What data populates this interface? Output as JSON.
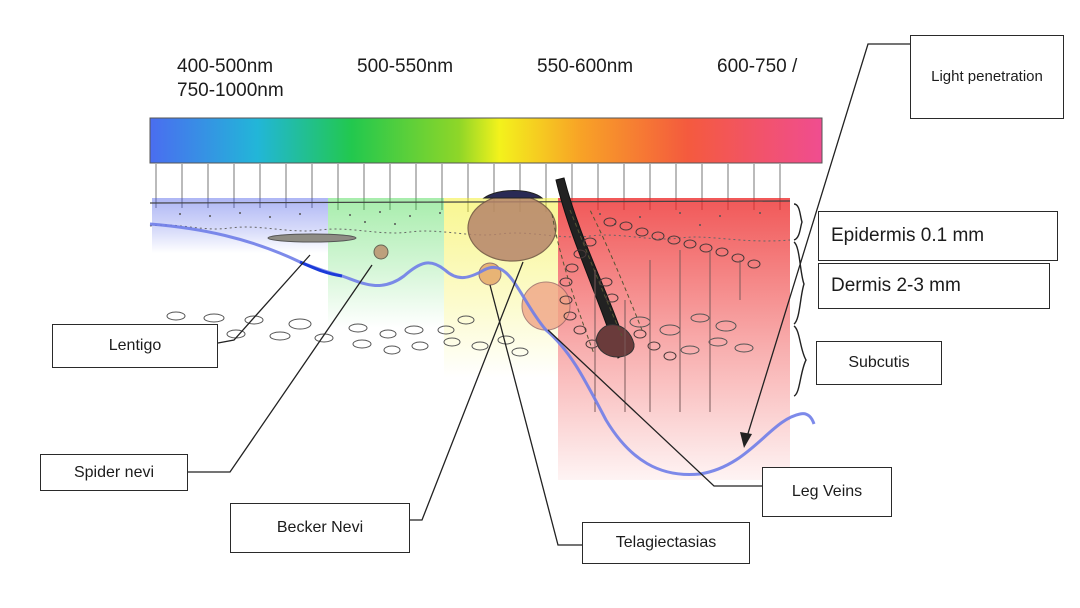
{
  "wavelengths": {
    "band1_line1": "400-500nm",
    "band1_line2": "750-1000nm",
    "band2": "500-550nm",
    "band3": "550-600nm",
    "band4": "600-750 /"
  },
  "spectrum_colors": [
    "#4a6df0",
    "#22b6d8",
    "#22c84e",
    "#8fd628",
    "#f3f21c",
    "#f8a326",
    "#f45a3e",
    "#f04d90"
  ],
  "zone_colors": {
    "blue": "#3f52e6",
    "green": "#2fd43a",
    "yellow": "#f2ee22",
    "red": "#ec2020",
    "penetration_line": "#6f7de8"
  },
  "labels": {
    "light_penetration": "Light penetration",
    "epidermis": "Epidermis 0.1 mm",
    "dermis": "Dermis 2-3 mm",
    "subcutis": "Subcutis",
    "lentigo": "Lentigo",
    "spider_nevi": "Spider nevi",
    "becker_nevi": "Becker Nevi",
    "telagiectasias": "Telagiectasias",
    "leg_veins": "Leg Veins"
  }
}
